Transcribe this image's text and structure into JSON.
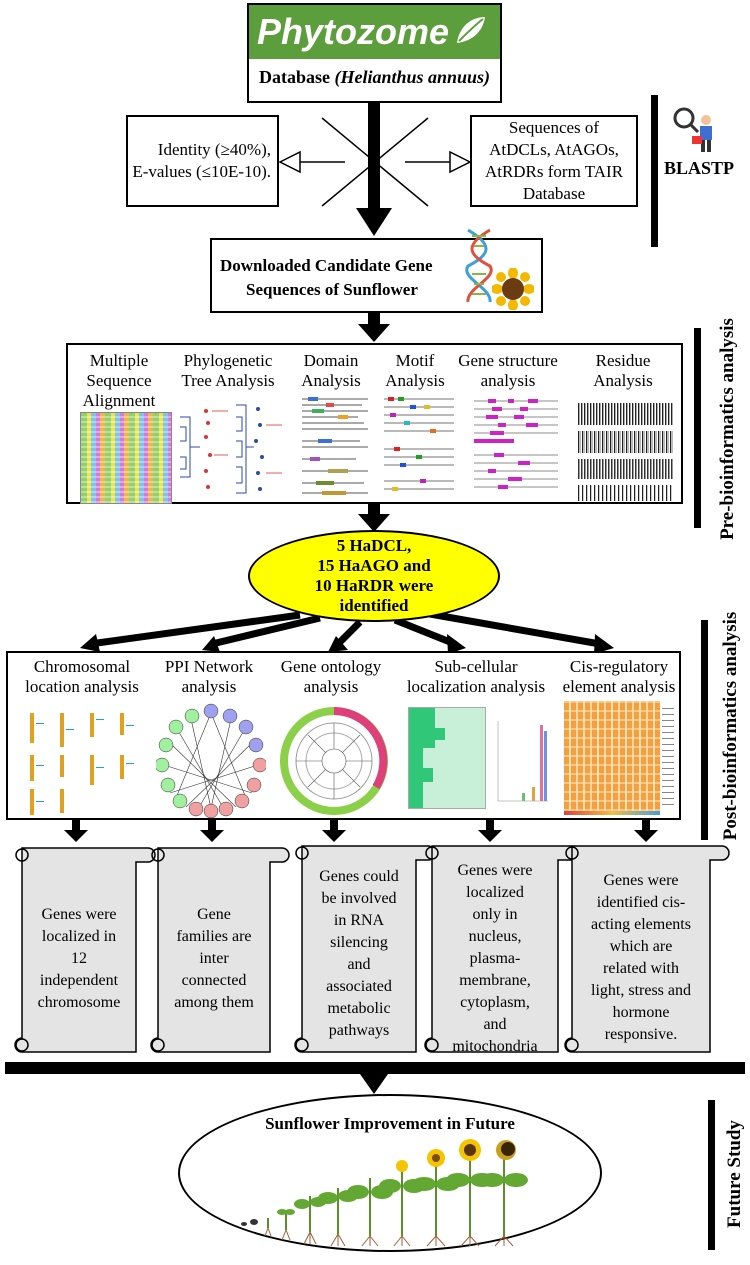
{
  "header": {
    "logo_text": "Phytozome",
    "database_label": "Database",
    "database_species": "(Helianthus annuus)",
    "brand_color": "#5c9e3c"
  },
  "blast": {
    "criteria_line1": "Identity (≥40%),",
    "criteria_line2": "E-values (≤10E-10).",
    "sequences_line1": "Sequences of",
    "sequences_line2": "AtDCLs, AtAGOs,",
    "sequences_line3": "AtRDRs form TAIR",
    "sequences_line4": "Database",
    "label": "BLASTP",
    "icon": "blastp-person-icon"
  },
  "candidates": {
    "line1": "Downloaded Candidate Gene",
    "line2": "Sequences of Sunflower",
    "icons": [
      "dna-helix-icon",
      "sunflower-icon"
    ]
  },
  "pre_analysis": {
    "side_label": "Pre-bioinformatics analysis",
    "panels": [
      {
        "title": "Multiple Sequence Alignment",
        "lines": [
          "Multiple",
          "Sequence",
          "Alignment"
        ]
      },
      {
        "title": "Phylogenetic Tree Analysis",
        "lines": [
          "Phylogenetic",
          "Tree Analysis"
        ]
      },
      {
        "title": "Domain Analysis",
        "lines": [
          "Domain",
          "Analysis"
        ]
      },
      {
        "title": "Motif Analysis",
        "lines": [
          "Motif",
          "Analysis"
        ]
      },
      {
        "title": "Gene structure analysis",
        "lines": [
          "Gene structure",
          "analysis"
        ]
      },
      {
        "title": "Residue Analysis",
        "lines": [
          "Residue",
          "Analysis"
        ]
      }
    ]
  },
  "identified": {
    "line1": "5 HaDCL,",
    "line2": "15 HaAGO and",
    "line3": "10 HaRDR were",
    "line4": "identified",
    "fill_color": "#ffff00"
  },
  "post_analysis": {
    "side_label": "Post-bioinformatics analysis",
    "panels": [
      {
        "lines": [
          "Chromosomal",
          "location analysis"
        ]
      },
      {
        "lines": [
          "PPI Network",
          "analysis"
        ]
      },
      {
        "lines": [
          "Gene ontology",
          "analysis"
        ]
      },
      {
        "lines": [
          "Sub-cellular",
          "localization analysis"
        ]
      },
      {
        "lines": [
          "Cis-regulatory",
          "element analysis"
        ]
      }
    ]
  },
  "results": [
    {
      "lines": [
        "Genes were",
        "localized in",
        "12",
        "independent",
        "chromosome"
      ]
    },
    {
      "lines": [
        "Gene",
        "families are",
        "inter",
        "connected",
        "among them"
      ]
    },
    {
      "lines": [
        "Genes could",
        "be involved",
        "in RNA",
        "silencing",
        "and",
        "associated",
        "metabolic",
        "pathways"
      ]
    },
    {
      "lines": [
        "Genes were",
        "localized",
        "only in",
        "nucleus,",
        "plasma-",
        "membrane,",
        "cytoplasm,",
        "and",
        "mitochondria"
      ]
    },
    {
      "lines": [
        "Genes were",
        "identified cis-",
        "acting elements",
        "which are",
        "related with",
        "light, stress and",
        "hormone",
        "responsive."
      ]
    }
  ],
  "future": {
    "side_label": "Future Study",
    "title": "Sunflower Improvement in Future"
  }
}
